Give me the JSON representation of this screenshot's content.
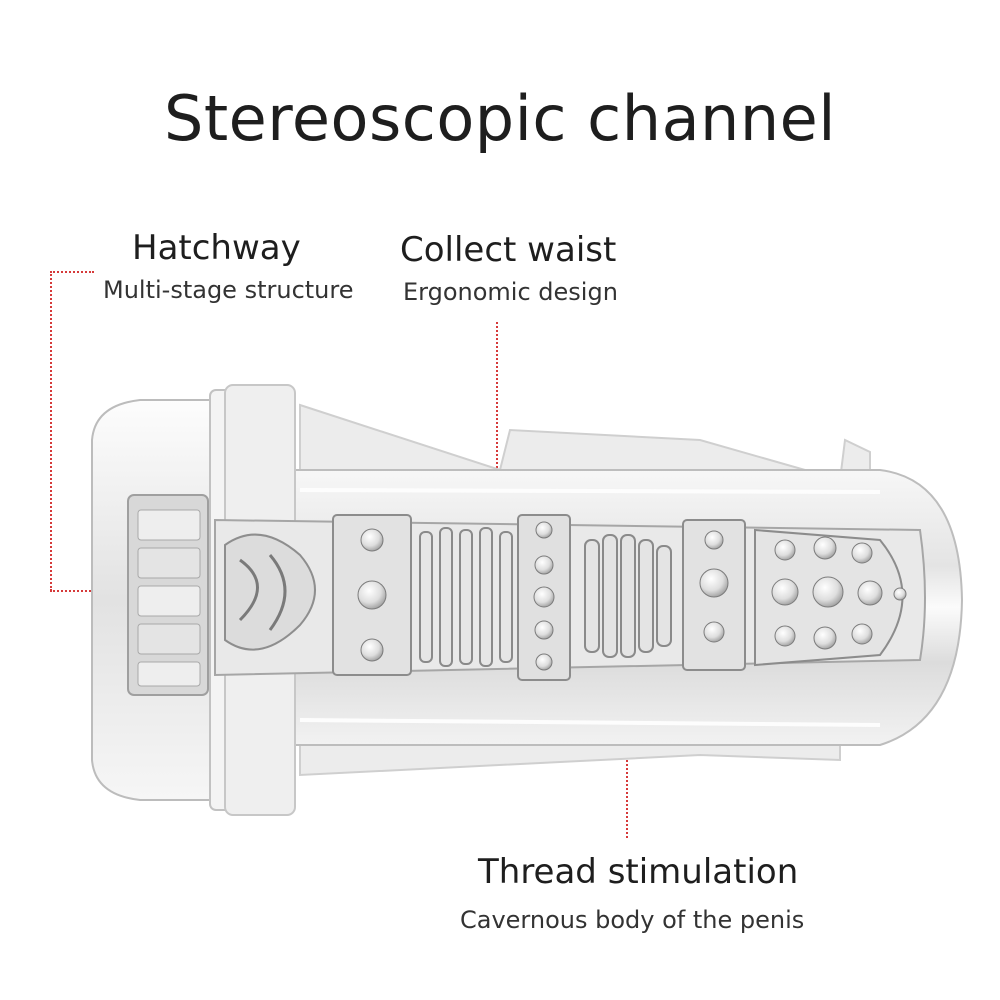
{
  "title": "Stereoscopic channel",
  "callouts": {
    "hatchway": {
      "heading": "Hatchway",
      "sub": "Multi-stage structure"
    },
    "waist": {
      "heading": "Collect waist",
      "sub": "Ergonomic design"
    },
    "thread": {
      "heading": "Thread stimulation",
      "sub": "Cavernous body of the penis"
    }
  },
  "colors": {
    "leader": "#d63a3a",
    "text": "#1e1e1e"
  }
}
